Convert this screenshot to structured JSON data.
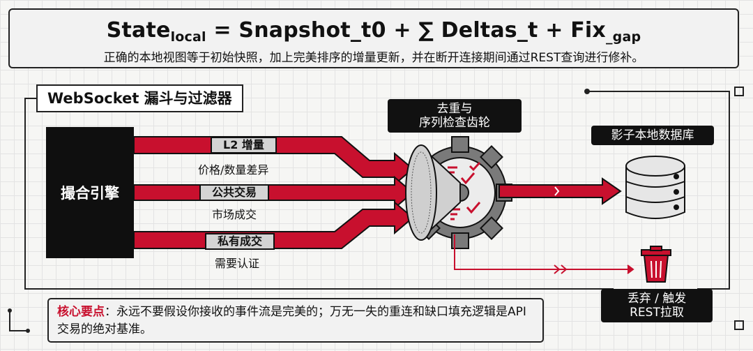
{
  "header": {
    "formula": {
      "state": "State",
      "state_sub": "local",
      "eq_snapshot": " = Snapshot",
      "snapshot_sub": "_t0",
      "sum_deltas": " + ∑ Deltas",
      "deltas_sub": "_t",
      "plus_fix": " + Fix",
      "fix_sub": "_gap"
    },
    "subtitle": "正确的本地视图等于初始快照，加上完美排序的增量更新，并在断开连接期间通过REST查询进行修补。"
  },
  "section_title": "WebSocket 漏斗与过滤器",
  "engine_label": "撮合引擎",
  "streams": [
    {
      "label": "L2 增量",
      "desc": "价格/数量差异"
    },
    {
      "label": "公共交易",
      "desc": "市场成交"
    },
    {
      "label": "私有成交",
      "desc": "需要认证"
    }
  ],
  "gear_label": "去重与\n序列检查齿轮",
  "database_label": "影子本地数据库",
  "trash_label": "丢弃 / 触发\nREST拉取",
  "key_point": {
    "label": "核心要点",
    "text": "：永远不要假设你接收的事件流是完美的；万无一失的重连和缺口填充逻辑是API交易的绝对基准。"
  },
  "colors": {
    "accent_red": "#c8102e",
    "dark": "#111111"
  }
}
